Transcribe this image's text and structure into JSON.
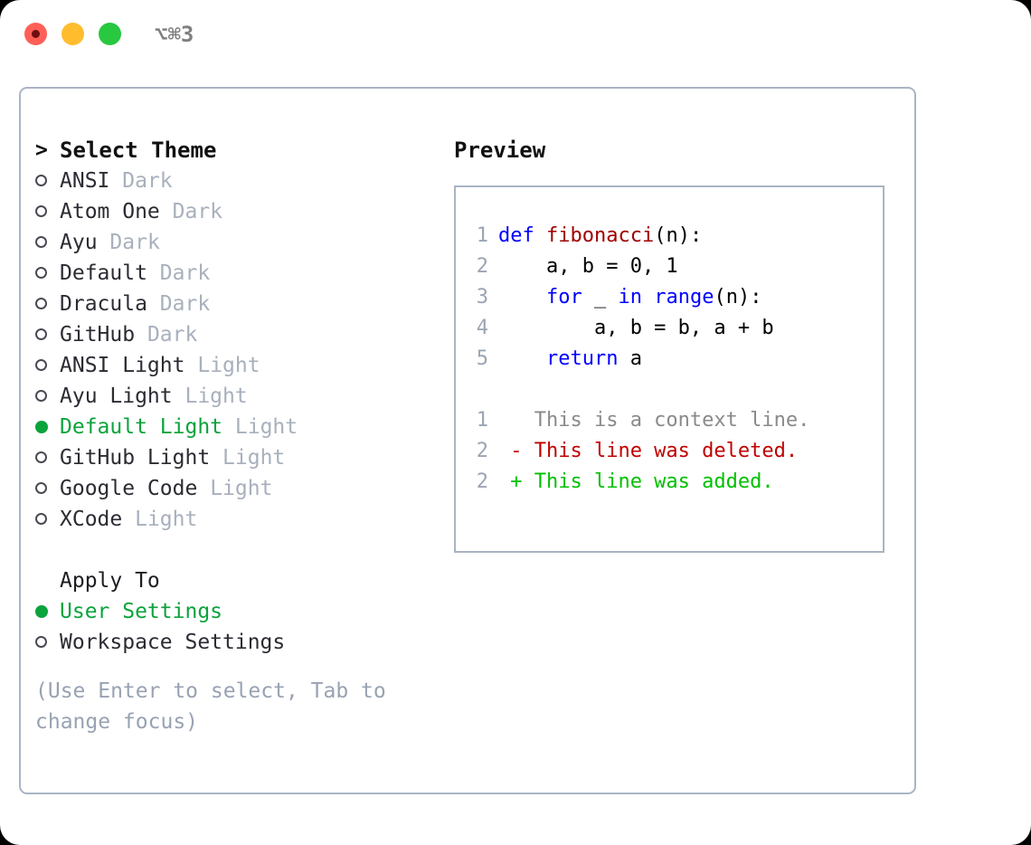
{
  "titlebar": {
    "lights": [
      {
        "name": "close",
        "color": "#ff5f57"
      },
      {
        "name": "minimize",
        "color": "#ffbd2e"
      },
      {
        "name": "maximize",
        "color": "#28c840"
      }
    ],
    "shortcut": "⌥⌘3"
  },
  "colors": {
    "selected_green": "#0ba33c",
    "muted_gray": "#a8b0bd",
    "hint_gray": "#98a2b2",
    "border": "#aab4c4",
    "keyword_blue": "#0000ff",
    "function_red": "#a00000",
    "diff_delete": "#c00000",
    "diff_add": "#00c000",
    "diff_context": "#8a8a8a",
    "gutter": "#9aa5b4"
  },
  "left_panel": {
    "header": {
      "marker": ">",
      "label": "Select Theme"
    },
    "themes": [
      {
        "marker": "○",
        "selected": false,
        "name": "ANSI",
        "kind": "Dark"
      },
      {
        "marker": "○",
        "selected": false,
        "name": "Atom One",
        "kind": "Dark"
      },
      {
        "marker": "○",
        "selected": false,
        "name": "Ayu",
        "kind": "Dark"
      },
      {
        "marker": "○",
        "selected": false,
        "name": "Default",
        "kind": "Dark"
      },
      {
        "marker": "○",
        "selected": false,
        "name": "Dracula",
        "kind": "Dark"
      },
      {
        "marker": "○",
        "selected": false,
        "name": "GitHub",
        "kind": "Dark"
      },
      {
        "marker": "○",
        "selected": false,
        "name": "ANSI Light",
        "kind": "Light"
      },
      {
        "marker": "○",
        "selected": false,
        "name": "Ayu Light",
        "kind": "Light"
      },
      {
        "marker": "●",
        "selected": true,
        "name": "Default Light",
        "kind": "Light"
      },
      {
        "marker": "○",
        "selected": false,
        "name": "GitHub Light",
        "kind": "Light"
      },
      {
        "marker": "○",
        "selected": false,
        "name": "Google Code",
        "kind": "Light"
      },
      {
        "marker": "○",
        "selected": false,
        "name": "XCode",
        "kind": "Light"
      }
    ],
    "apply_to": {
      "label": "Apply To",
      "options": [
        {
          "marker": "●",
          "selected": true,
          "name": "User Settings"
        },
        {
          "marker": "○",
          "selected": false,
          "name": "Workspace Settings"
        }
      ]
    },
    "hint": "(Use Enter to select, Tab to change focus)"
  },
  "right_panel": {
    "title": "Preview",
    "code_lines": [
      {
        "num": "1",
        "tokens": [
          {
            "t": "def ",
            "c": "kw"
          },
          {
            "t": "fibonacci",
            "c": "fn"
          },
          {
            "t": "(n):",
            "c": "plain"
          }
        ]
      },
      {
        "num": "2",
        "tokens": [
          {
            "t": "    a, b = 0, 1",
            "c": "plain"
          }
        ]
      },
      {
        "num": "3",
        "tokens": [
          {
            "t": "    ",
            "c": "plain"
          },
          {
            "t": "for",
            "c": "kw"
          },
          {
            "t": " _ ",
            "c": "plain"
          },
          {
            "t": "in",
            "c": "kw"
          },
          {
            "t": " ",
            "c": "plain"
          },
          {
            "t": "range",
            "c": "kw"
          },
          {
            "t": "(n):",
            "c": "plain"
          }
        ]
      },
      {
        "num": "4",
        "tokens": [
          {
            "t": "        a, b = b, a + b",
            "c": "plain"
          }
        ]
      },
      {
        "num": "5",
        "tokens": [
          {
            "t": "    ",
            "c": "plain"
          },
          {
            "t": "return",
            "c": "kw"
          },
          {
            "t": " a",
            "c": "plain"
          }
        ]
      }
    ],
    "diff_lines": [
      {
        "num": "1",
        "tokens": [
          {
            "t": "   This is a context line.",
            "c": "ctx"
          }
        ]
      },
      {
        "num": "2",
        "tokens": [
          {
            "t": " - This line was deleted.",
            "c": "del"
          }
        ]
      },
      {
        "num": "2",
        "tokens": [
          {
            "t": " + This line was added.",
            "c": "add"
          }
        ]
      }
    ]
  }
}
